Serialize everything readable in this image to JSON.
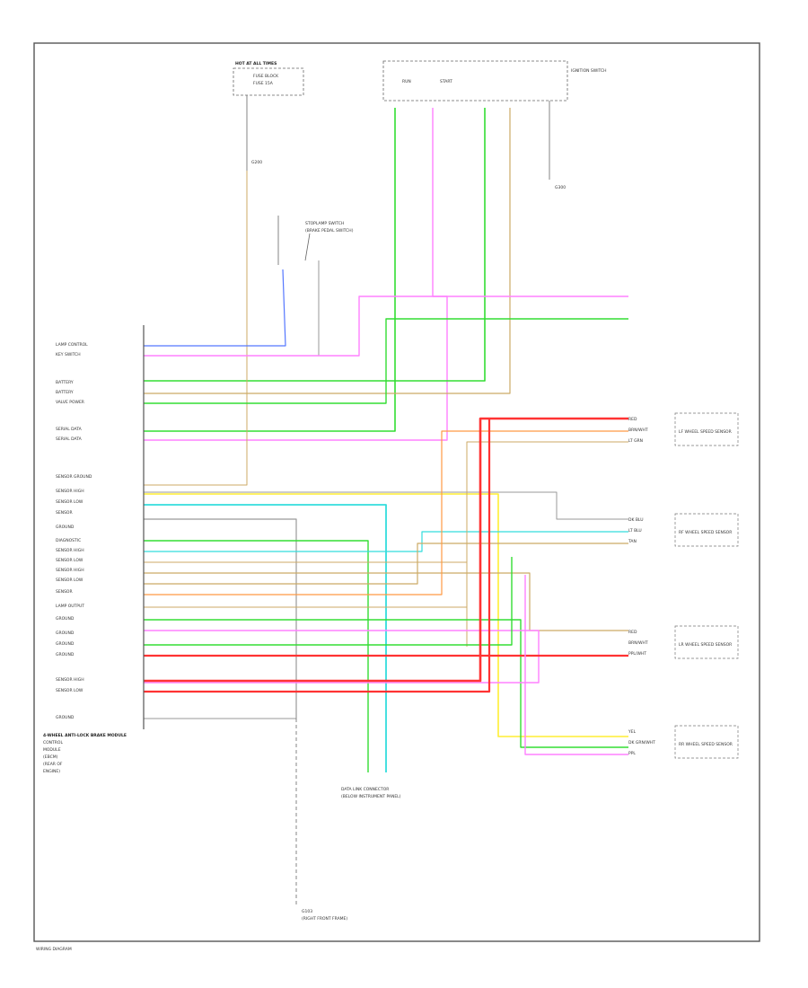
{
  "diagram": {
    "footer_code": "WIRING DIAGRAM",
    "top_fuse": {
      "header": "HOT AT ALL TIMES",
      "label": "FUSE BLOCK",
      "fuse": "FUSE 15A",
      "ground_label": "G200"
    },
    "ign_switch": {
      "label": "IGNITION SWITCH",
      "positions": [
        "RUN",
        "START"
      ],
      "ground_label": "G300"
    },
    "sidebar_brake_switch": {
      "label": "STOPLAMP SWITCH",
      "sub": "(BRAKE PEDAL SWITCH)"
    },
    "module": {
      "title": "4-WHEEL ANTI-LOCK BRAKE MODULE",
      "label_lines": [
        "CONTROL",
        "MODULE",
        "(EBCM)",
        "(REAR OF",
        "ENGINE)"
      ],
      "pins": [
        "LAMP CONTROL",
        "KEY SWITCH",
        "BATTERY",
        "BATTERY",
        "VALVE POWER",
        "SERIAL DATA",
        "SERIAL DATA",
        "SENSOR GROUND",
        "SENSOR HIGH",
        "SENSOR LOW",
        "SENSOR",
        "GROUND",
        "DIAGNOSTIC",
        "SENSOR HIGH",
        "SENSOR LOW",
        "SENSOR HIGH",
        "SENSOR LOW",
        "SENSOR",
        "LAMP OUTPUT",
        "GROUND",
        "GROUND",
        "GROUND",
        "GROUND",
        "SENSOR HIGH",
        "SENSOR LOW",
        "GROUND"
      ]
    },
    "right_components": [
      {
        "label": "LF WHEEL SPEED SENSOR",
        "wires": [
          "RED",
          "BRN/WHT",
          "LT GRN"
        ]
      },
      {
        "label": "RF WHEEL SPEED SENSOR",
        "wires": [
          "DK BLU",
          "LT BLU",
          "TAN"
        ]
      },
      {
        "label": "LR WHEEL SPEED SENSOR",
        "wires": [
          "RED",
          "BRN/WHT",
          "PPL/WHT"
        ]
      },
      {
        "label": "RR WHEEL SPEED SENSOR",
        "wires": [
          "YEL",
          "DK GRN/WHT",
          "PPL"
        ]
      }
    ],
    "data_link": {
      "label": "DATA LINK CONNECTOR",
      "sub": "(BELOW INSTRUMENT PANEL)"
    },
    "ground_bottom": {
      "label": "G103",
      "sub": "(RIGHT FRONT FRAME)"
    }
  },
  "chart_data": {
    "colors": {
      "pink": "#ff80ff",
      "green": "#33dd33",
      "red": "#ff3333",
      "tan": "#ccaa66",
      "yellow": "#ffee33",
      "cyan": "#33dddd",
      "blue": "#5577ff",
      "orange": "#ff9944",
      "gray": "#999999"
    }
  }
}
